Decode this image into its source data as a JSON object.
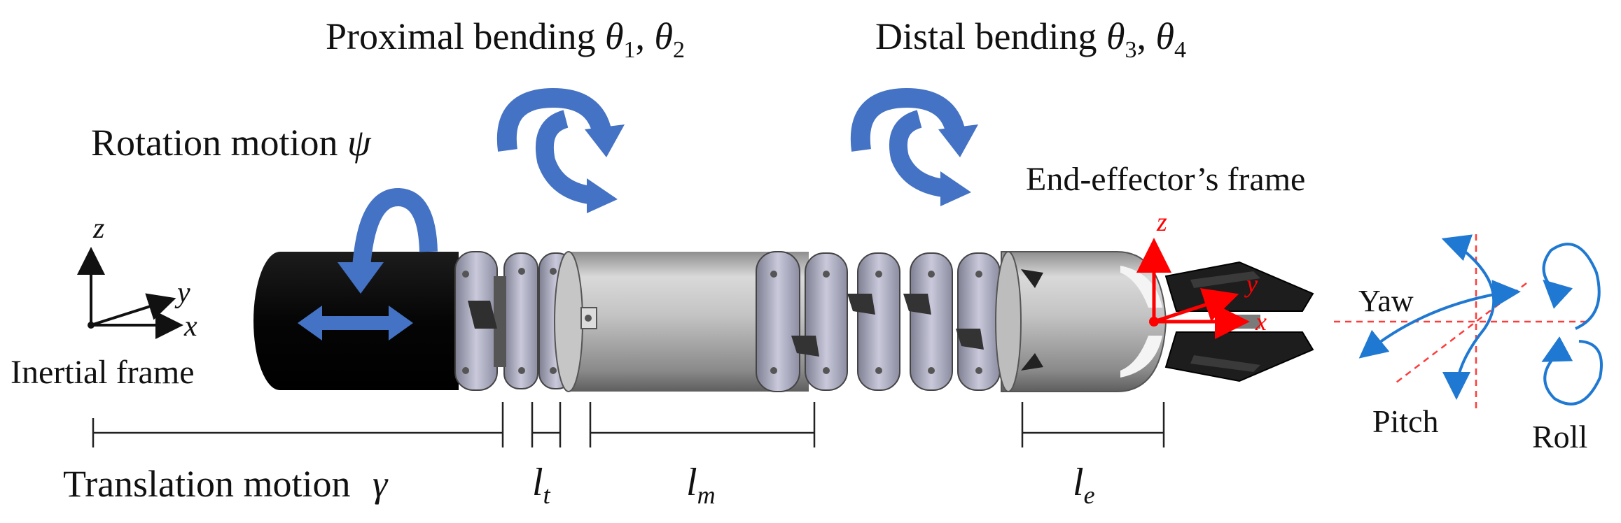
{
  "labels": {
    "proximal_bending": "Proximal bending",
    "proximal_vars": [
      "θ",
      "1",
      ", ",
      "θ",
      "2"
    ],
    "distal_bending": "Distal bending",
    "distal_vars": [
      "θ",
      "3",
      ", ",
      "θ",
      "4"
    ],
    "rotation_motion": "Rotation motion",
    "rotation_var": "ψ",
    "end_effector_frame": "End-effector’s frame",
    "inertial_frame": "Inertial frame",
    "translation_motion": "Translation motion",
    "translation_var": "γ"
  },
  "inertial_axes": {
    "z": "z",
    "y": "y",
    "x": "x"
  },
  "ee_axes": {
    "z": "z",
    "y": "y",
    "x": "x"
  },
  "dimensions": {
    "lt": [
      "l",
      "t"
    ],
    "lm": [
      "l",
      "m"
    ],
    "le": [
      "l",
      "e"
    ]
  },
  "motions": {
    "yaw": "Yaw",
    "pitch": "Pitch",
    "roll": "Roll"
  },
  "colors": {
    "arrow_blue": "#4472C4",
    "axis_red": "#FF0000",
    "motion_blue": "#1F78D1",
    "dash_red": "#FF3B3B",
    "shaft_black": "#0B0B0B",
    "body_gray": "#B9B9B9"
  }
}
